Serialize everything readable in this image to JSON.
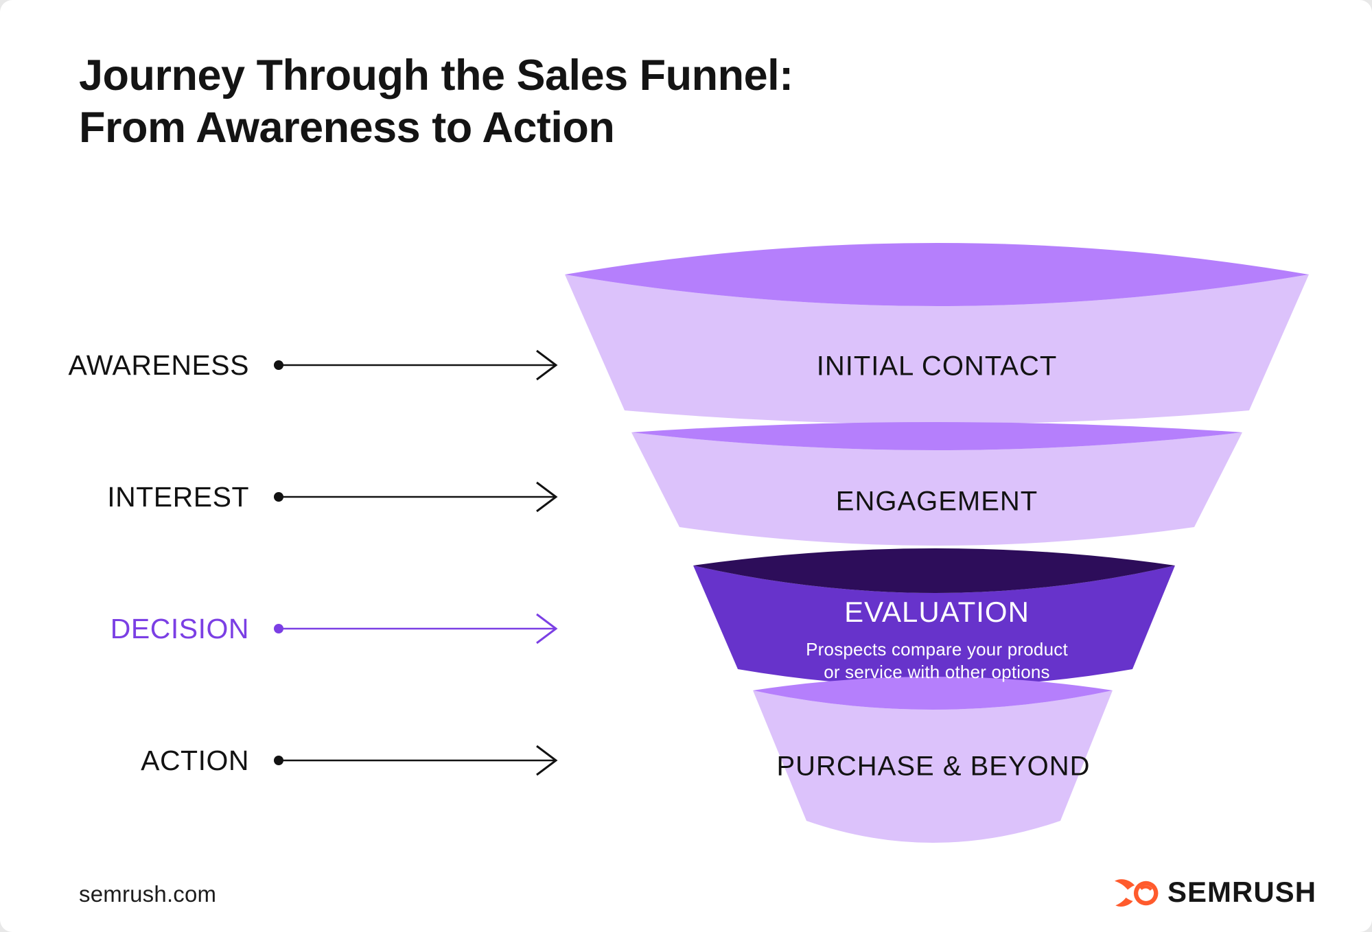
{
  "colors": {
    "accent": "#7b3fe4",
    "ink": "#141414",
    "lip_light": "#b57ffc",
    "body_light": "#dcc2fb",
    "lip_dark": "#2d0d5a",
    "body_dark": "#6733cb",
    "logo_orange": "#ff5b2d"
  },
  "title": {
    "line1": "Journey Through the Sales Funnel:",
    "line2": "From Awareness to Action"
  },
  "stages": [
    {
      "label": "AWARENESS"
    },
    {
      "label": "INTEREST"
    },
    {
      "label": "DECISION"
    },
    {
      "label": "ACTION"
    }
  ],
  "funnel": {
    "segments": [
      {
        "title": "INITIAL CONTACT"
      },
      {
        "title": "ENGAGEMENT"
      },
      {
        "title": "EVALUATION",
        "subtitle_lines": [
          "Prospects compare your product",
          "or service with other options"
        ]
      },
      {
        "title": "PURCHASE & BEYOND"
      }
    ]
  },
  "footer": {
    "site": "semrush.com",
    "brand": "SEMRUSH"
  }
}
